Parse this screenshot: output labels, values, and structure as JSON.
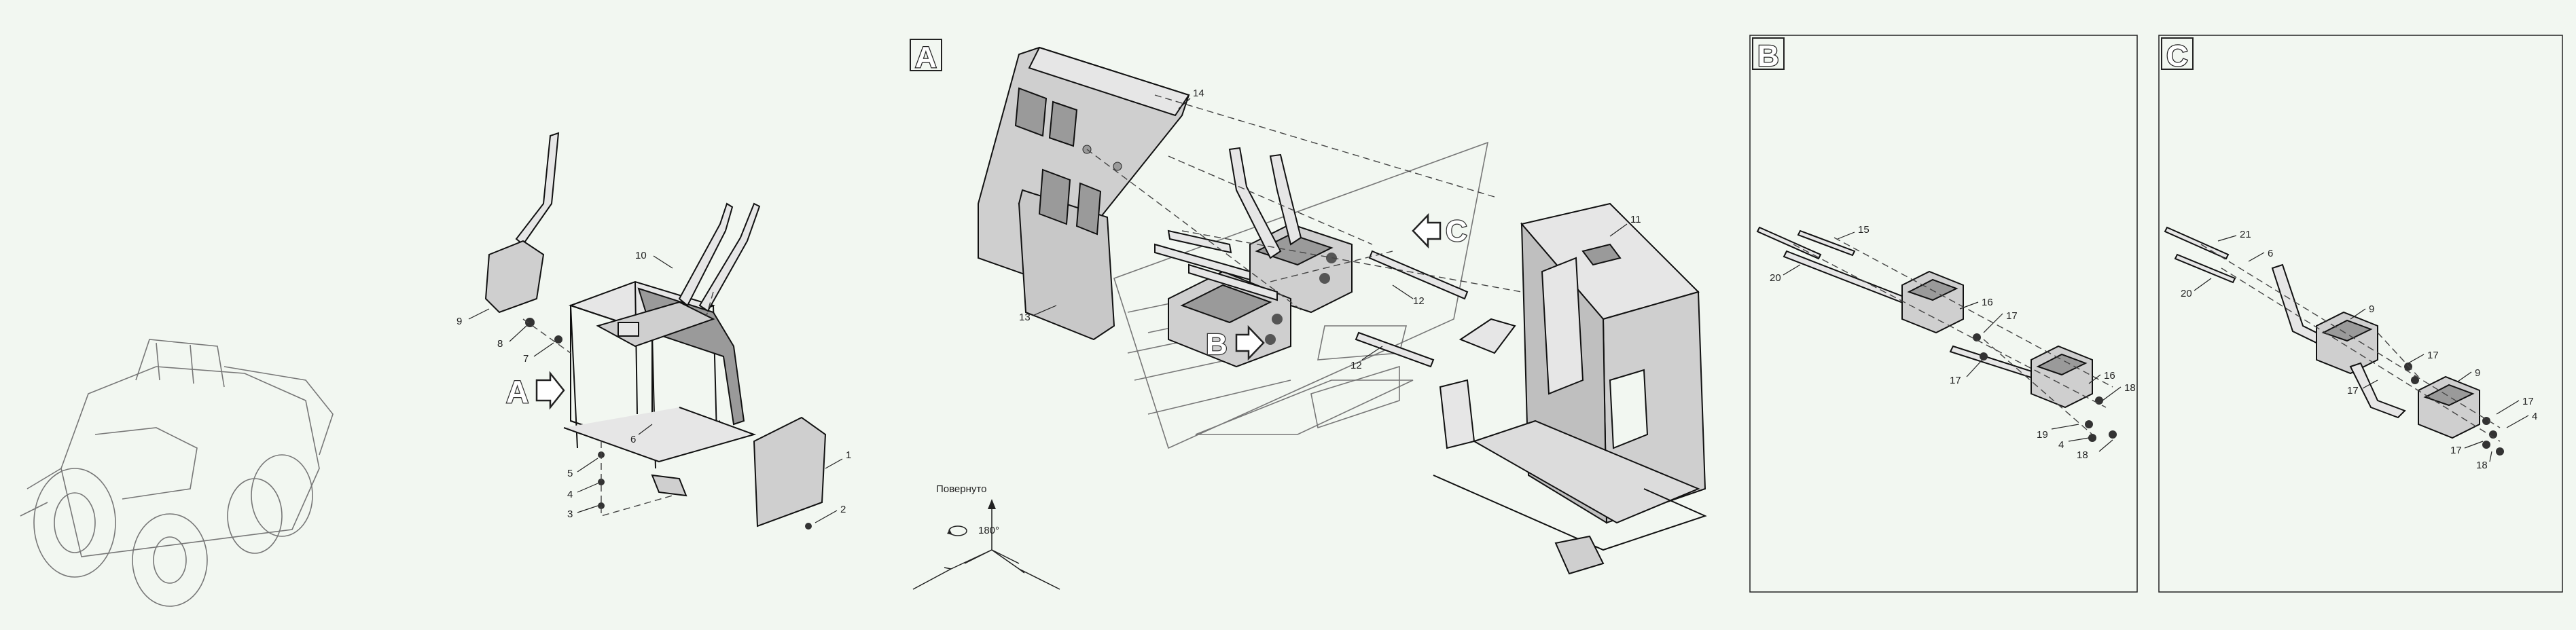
{
  "views": {
    "a_letter": "A",
    "b_letter": "B",
    "c_letter": "C"
  },
  "arrows": {
    "a": "A",
    "b": "B",
    "c": "C"
  },
  "rotation": {
    "label": "Повернуто",
    "angle": "180°"
  },
  "callouts_main": [
    "1",
    "2",
    "3",
    "4",
    "5",
    "6",
    "7",
    "8",
    "9",
    "10"
  ],
  "callouts_a": [
    "14",
    "13",
    "11",
    "12",
    "12"
  ],
  "callouts_b": [
    "15",
    "20",
    "16",
    "17",
    "17",
    "16",
    "18",
    "19",
    "4",
    "18"
  ],
  "callouts_c": [
    "21",
    "6",
    "20",
    "9",
    "17",
    "17",
    "9",
    "17",
    "4",
    "17",
    "18"
  ]
}
